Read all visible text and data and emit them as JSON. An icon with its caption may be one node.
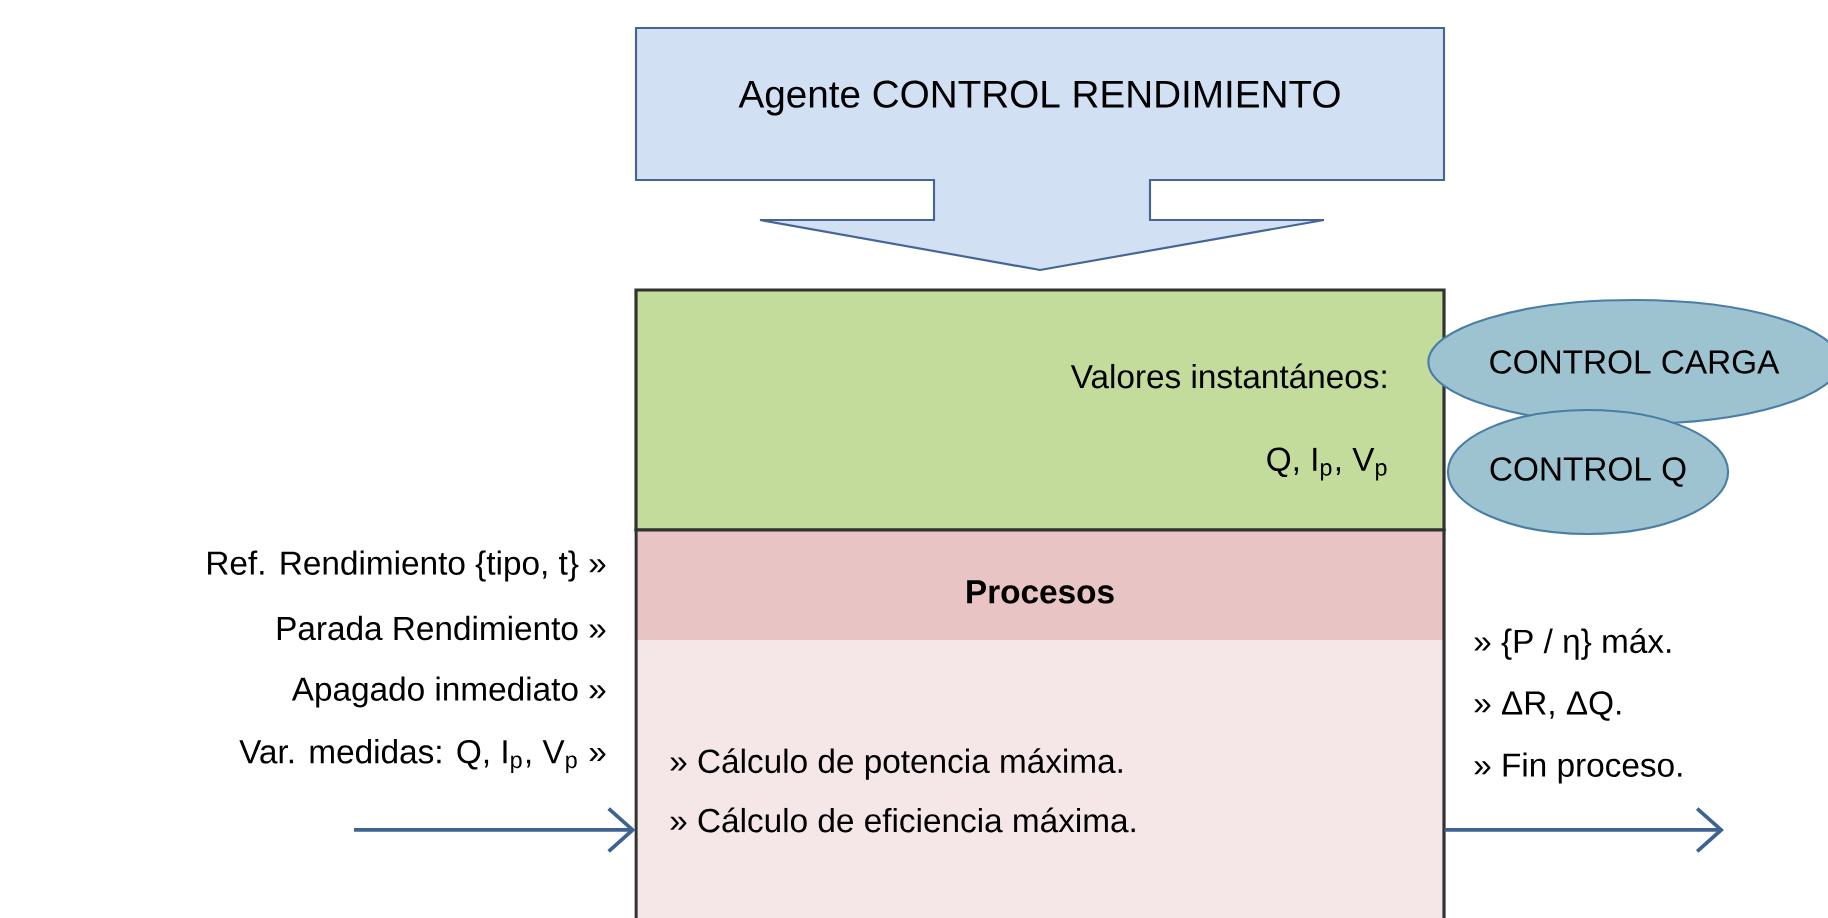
{
  "diagram": {
    "nodes": [
      {
        "text": [
          "Agente CONTROL RENDIMIENTO"
        ]
      },
      {
        "text": [
          "Valores instantáneos:",
          "Q, I$_{p}$, V$_{p}$"
        ]
      },
      {
        "text": [
          "Procesos",
          "» Cálculo de potencia máxima.",
          "» Cálculo de eficiencia máxima."
        ]
      },
      {
        "text": [
          "CONTROL CARGA"
        ]
      },
      {
        "text": [
          "CONTROL Q"
        ]
      }
    ],
    "edges": [
      {
        "from": null,
        "to": 2,
        "arrow": "to"
      },
      {
        "from": 2,
        "to": null,
        "arrow": "to"
      }
    ],
    "labels": [
      "Ref. Rendimiento {tipo, t} »",
      "Parada Rendimiento »",
      "Apagado inmediato »",
      "Var. medidas: Q, I$_{p}$, V$_{p}$ »",
      "» {P / η} máx.",
      "» ΔR, ΔQ.",
      "» Fin proceso."
    ]
  }
}
